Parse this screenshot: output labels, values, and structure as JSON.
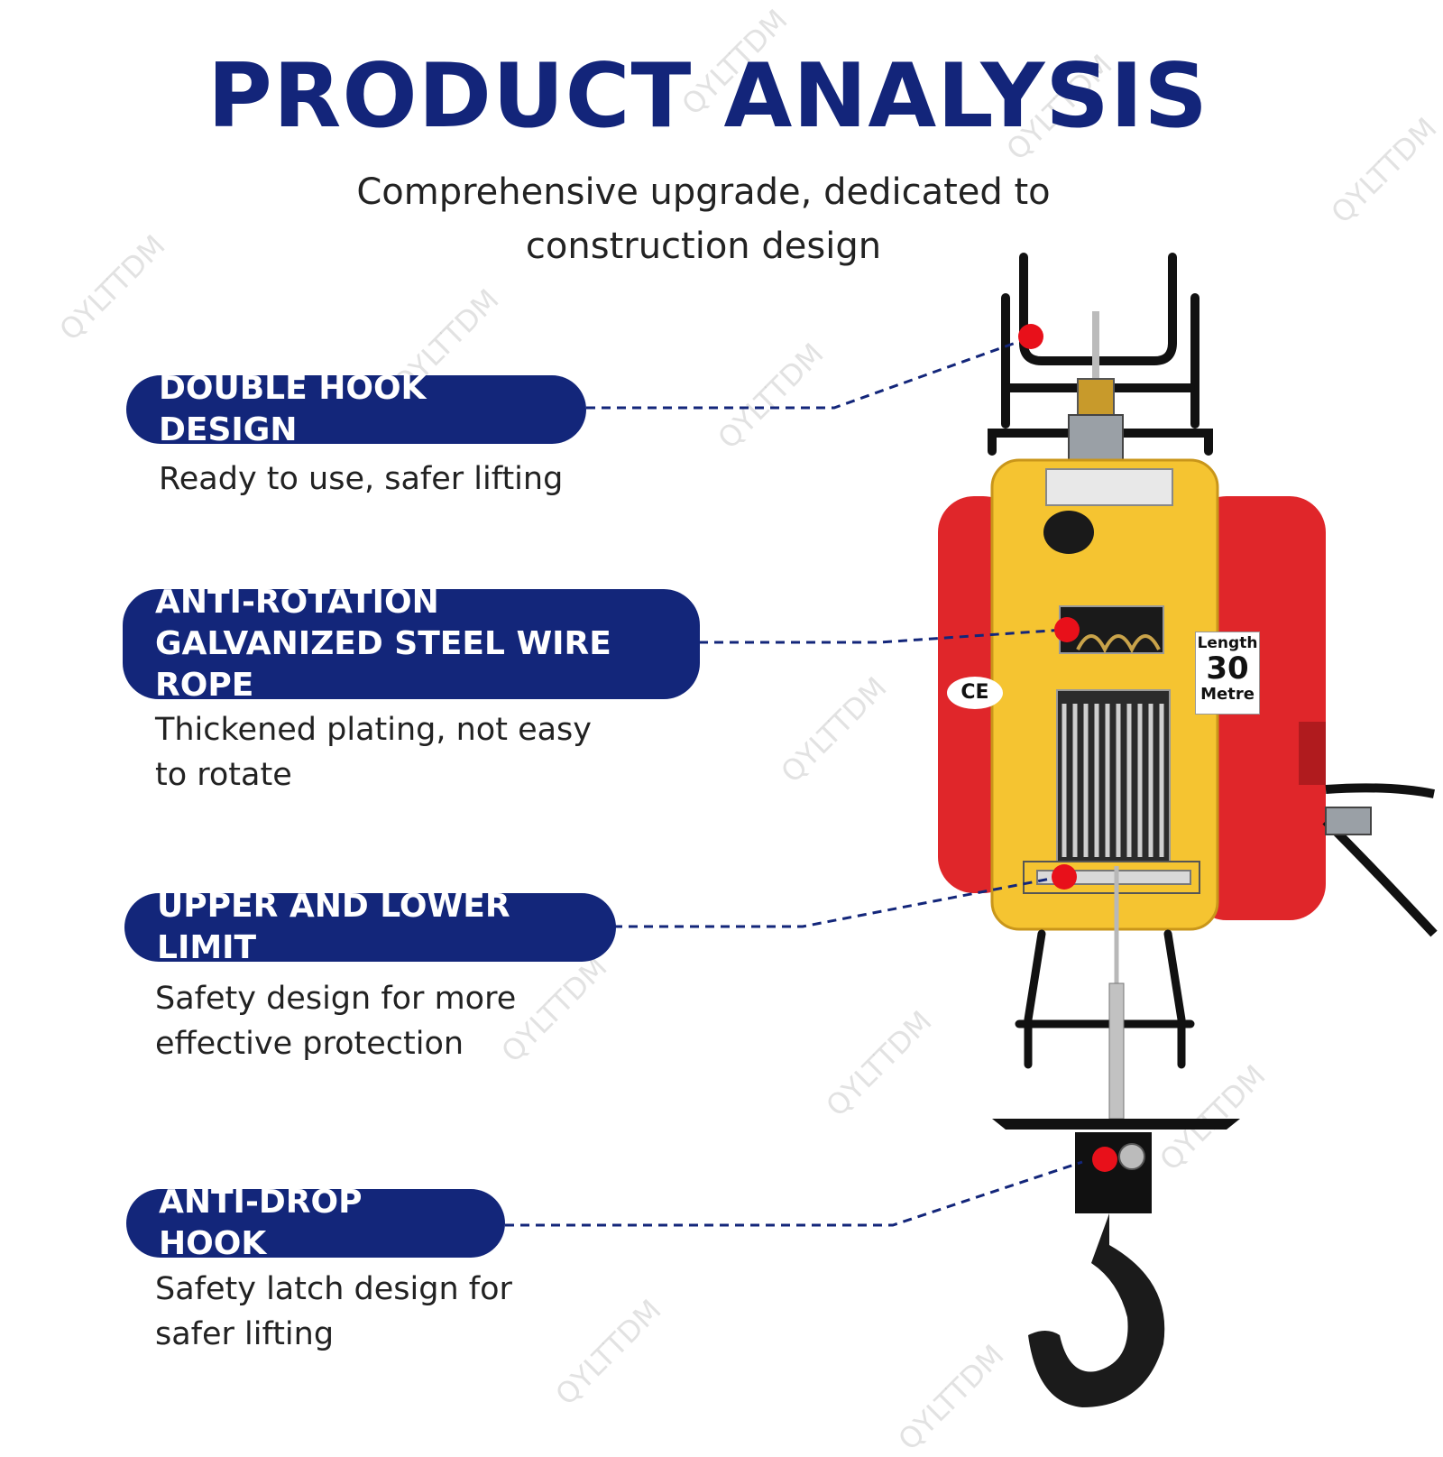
{
  "header": {
    "title": "PRODUCT ANALYSIS",
    "subtitle_line1": "Comprehensive upgrade, dedicated to",
    "subtitle_line2": "construction design"
  },
  "features": [
    {
      "label_line1": "DOUBLE HOOK DESIGN",
      "label_line2": "",
      "desc_line1": "Ready to use, safer lifting",
      "desc_line2": ""
    },
    {
      "label_line1": "ANTI-ROTATION",
      "label_line2": "GALVANIZED STEEL WIRE ROPE",
      "desc_line1": "Thickened plating, not easy",
      "desc_line2": "to rotate"
    },
    {
      "label_line1": "UPPER AND LOWER LIMIT",
      "label_line2": "",
      "desc_line1": "Safety design for more",
      "desc_line2": "effective protection"
    },
    {
      "label_line1": "ANTI-DROP HOOK",
      "label_line2": "",
      "desc_line1": "Safety latch design for",
      "desc_line2": "safer lifting"
    }
  ],
  "product": {
    "badge_line1": "Length",
    "badge_value": "30",
    "badge_line3": "Metre",
    "cert_mark": "CE"
  },
  "watermark": "QYLTTDM",
  "colors": {
    "navy": "#13267a",
    "housing_red": "#e0262a",
    "housing_yellow": "#f5c431",
    "callout_dot": "#e8101a"
  }
}
